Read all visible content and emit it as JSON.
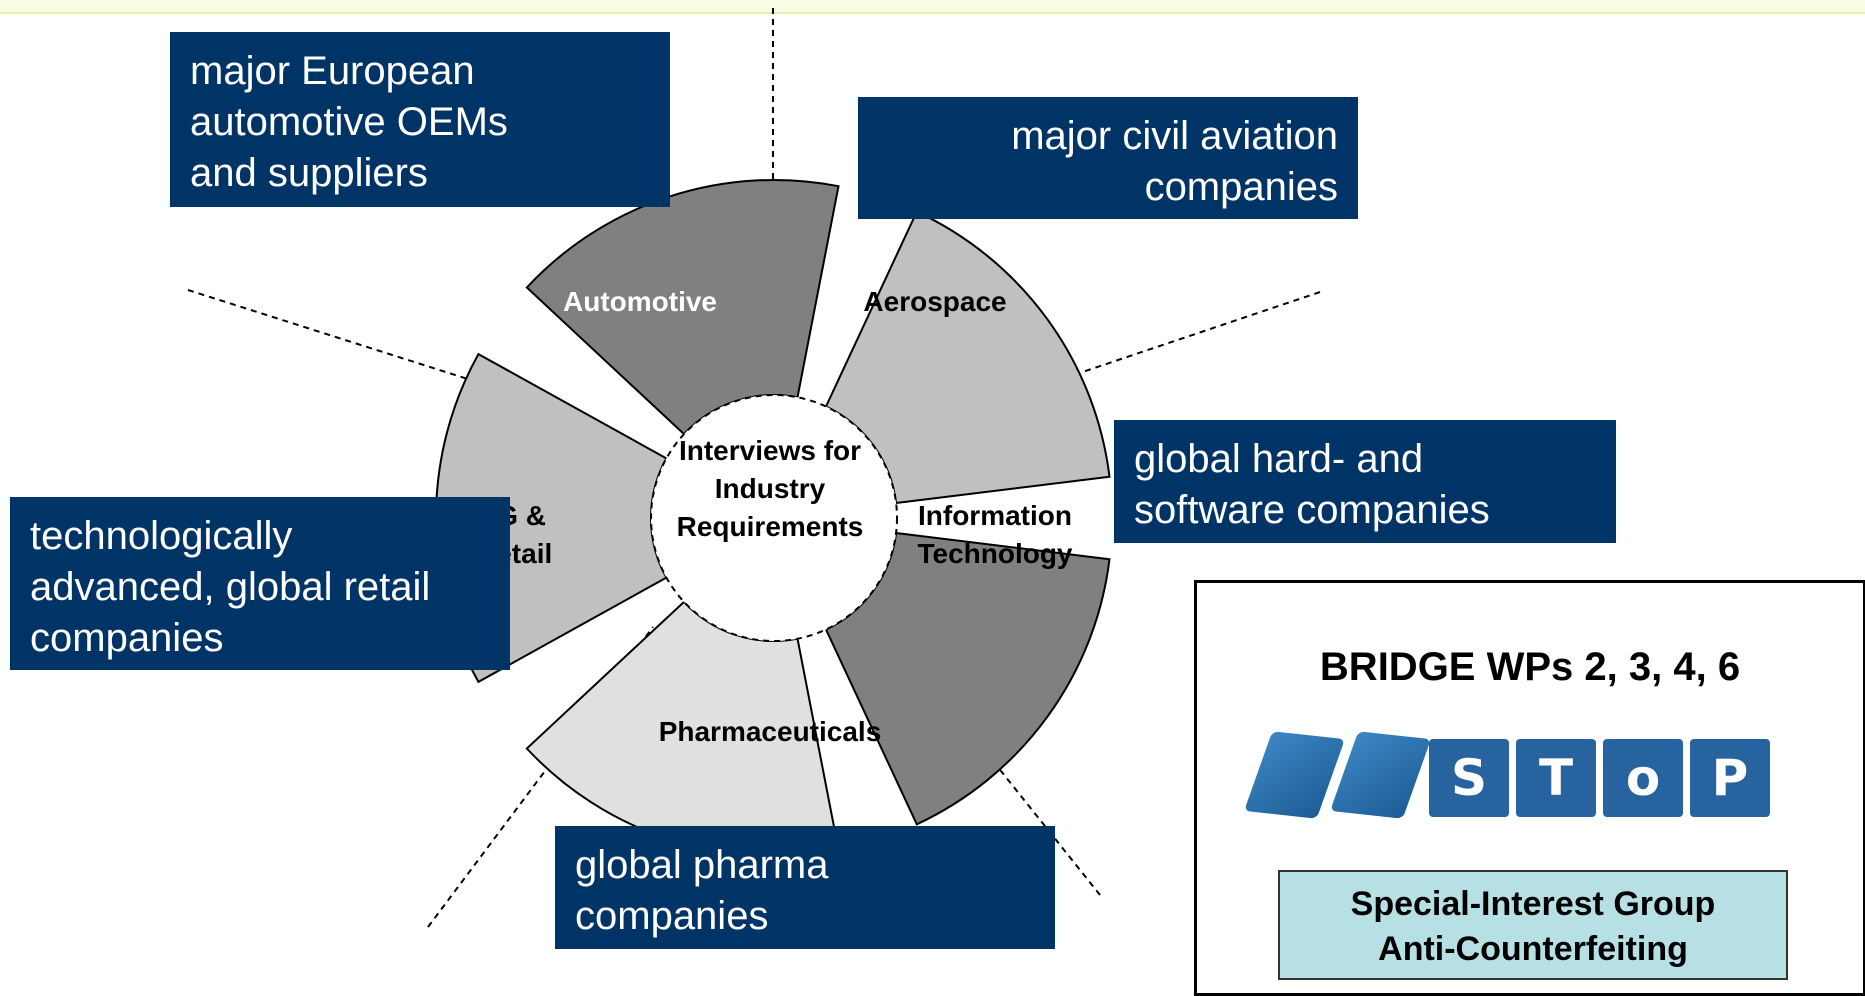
{
  "center": {
    "label": "Interviews for\nIndustry\nRequirements"
  },
  "segments": [
    {
      "label": "Automotive",
      "fill": "#808080",
      "text_color": "#ffffff"
    },
    {
      "label": "Aerospace",
      "fill": "#c0c0c0",
      "text_color": "#000000"
    },
    {
      "label": "Information\nTechnology",
      "fill": "#808080",
      "text_color": "#000000"
    },
    {
      "label": "Pharmaceuticals",
      "fill": "#e0e0e0",
      "text_color": "#000000"
    },
    {
      "label": "CG &\nRetail",
      "fill": "#c0c0c0",
      "text_color": "#000000"
    }
  ],
  "descriptions": {
    "automotive": "major  European\nautomotive OEMs\nand suppliers",
    "aerospace": "major civil aviation\ncompanies",
    "it": "global hard- and\nsoftware  companies",
    "retail": "technologically\nadvanced, global retail\ncompanies",
    "pharma": "global pharma\ncompanies"
  },
  "panel": {
    "title": "BRIDGE WPs 2, 3, 4, 6",
    "logo_letters": [
      "S",
      "T",
      "o",
      "P"
    ],
    "sig_text": "Special-Interest Group\nAnti-Counterfeiting"
  },
  "colors": {
    "box_bg": "#003366",
    "sig_bg": "#b7e0e4",
    "logo_blue": "#27649f"
  }
}
